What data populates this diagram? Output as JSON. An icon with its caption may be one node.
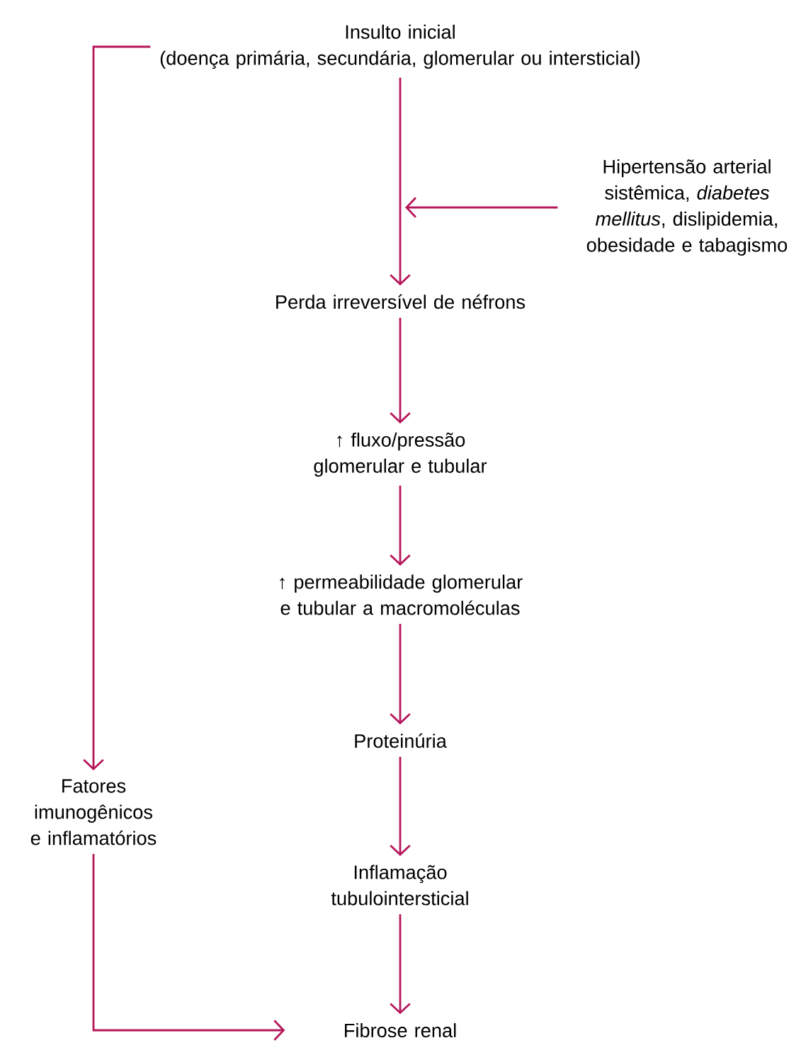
{
  "diagram": {
    "nodes": [
      {
        "text": [
          "Insulto inicial",
          "(doença primária, secundária, glomerular ou intersticial)"
        ]
      },
      {
        "text": [
          "Hipertensão arterial sistêmica, *diabetes mellitus*, dislipidemia, obesidade e tabagismo"
        ]
      },
      {
        "text": [
          "Perda irreversível de néfrons"
        ]
      },
      {
        "text": [
          "↑ fluxo/pressão glomerular e tubular"
        ]
      },
      {
        "text": [
          "↑ permeabilidade glomerular e tubular a macromoléculas"
        ]
      },
      {
        "text": [
          "Proteinúria"
        ]
      },
      {
        "text": [
          "Inflamação tubulointersticial"
        ]
      },
      {
        "text": [
          "Fibrose renal"
        ]
      },
      {
        "text": [
          "Fatores imunogênicos e inflamatórios"
        ]
      }
    ],
    "edges": [
      {
        "from": 0,
        "to": 2,
        "arrow": "to"
      },
      {
        "from": 1,
        "to": null,
        "arrow": "to"
      },
      {
        "from": 2,
        "to": 3,
        "arrow": "to"
      },
      {
        "from": 3,
        "to": 4,
        "arrow": "to"
      },
      {
        "from": 4,
        "to": 5,
        "arrow": "to"
      },
      {
        "from": 5,
        "to": 6,
        "arrow": "to"
      },
      {
        "from": 6,
        "to": 7,
        "arrow": "to"
      },
      {
        "from": 0,
        "to": 8,
        "arrow": "to"
      },
      {
        "from": 8,
        "to": 7,
        "arrow": "to"
      }
    ]
  }
}
